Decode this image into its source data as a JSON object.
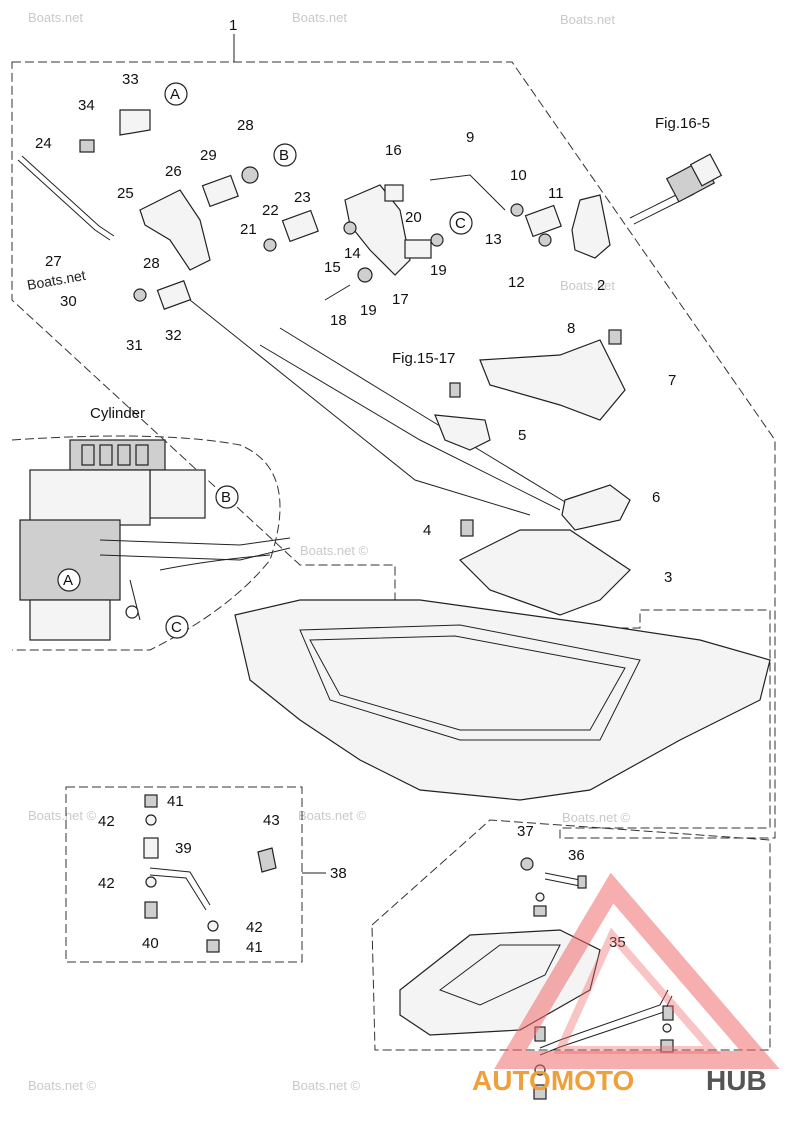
{
  "watermark": "Boats.net",
  "watermark_copy": "Boats.net ©",
  "brand": {
    "part1": "AUTOMOTO",
    "part2": "HUB"
  },
  "labels": {
    "main_assembly": "1",
    "cylinder": "Cylinder",
    "fig_16_5": "Fig.16-5",
    "fig_15_17": "Fig.15-17"
  },
  "callouts": {
    "A": "A",
    "B": "B",
    "C": "C"
  },
  "parts": [
    "2",
    "3",
    "4",
    "5",
    "6",
    "7",
    "8",
    "9",
    "10",
    "11",
    "12",
    "13",
    "14",
    "15",
    "16",
    "17",
    "18",
    "19",
    "20",
    "21",
    "22",
    "23",
    "24",
    "25",
    "26",
    "27",
    "28",
    "29",
    "30",
    "31",
    "32",
    "33",
    "34",
    "35",
    "36",
    "37",
    "38",
    "39",
    "40",
    "41",
    "42",
    "43"
  ],
  "part_28b": "28",
  "part_19b": "19",
  "part_41b": "41",
  "part_42b": "42",
  "part_42c": "42"
}
